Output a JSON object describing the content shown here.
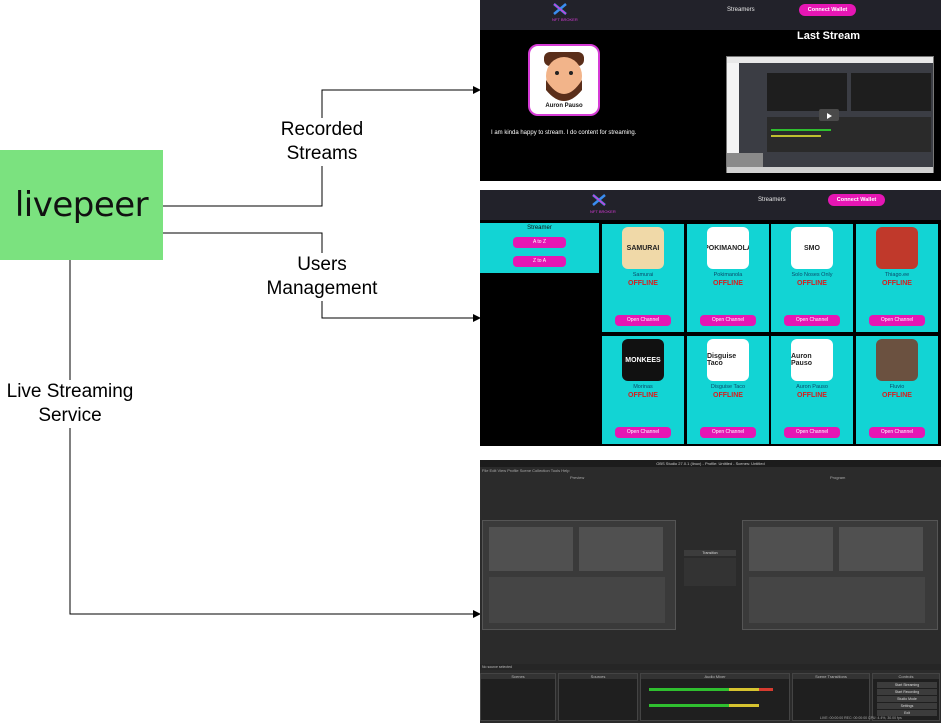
{
  "livepeer": {
    "logo_text": "livepeer",
    "color": "#7be27f"
  },
  "edges": {
    "recorded": "Recorded\nStreams",
    "users": "Users\nManagement",
    "live": "Live Streaming\nService"
  },
  "panel1": {
    "brand": "NFT BROKER",
    "nav_streamers": "Streamers",
    "connect_wallet": "Connect Wallet",
    "avatar_name": "Auron Pauso",
    "bio": "I am kinda happy to stream. I do content for streaming.",
    "last_stream_title": "Last Stream"
  },
  "panel2": {
    "brand": "NFT BROKER",
    "nav_streamers": "Streamers",
    "connect_wallet": "Connect Wallet",
    "filter_title": "Streamer",
    "sort_az": "A to Z",
    "sort_za": "Z to A",
    "open_channel": "Open Channel",
    "cards": [
      {
        "name": "Samurai",
        "status": "OFFLINE",
        "pic": "SAMURAI",
        "bg": "#f0d9a8"
      },
      {
        "name": "Pokimanola",
        "status": "OFFLINE",
        "pic": "POKIMANOLA",
        "bg": "#ffffff"
      },
      {
        "name": "Solo Noses Only",
        "status": "OFFLINE",
        "pic": "SMO",
        "bg": "#ffffff"
      },
      {
        "name": "Thiago.ee",
        "status": "OFFLINE",
        "pic": "",
        "bg": "#c0392b"
      },
      {
        "name": "Morinas",
        "status": "OFFLINE",
        "pic": "MONKEES",
        "bg": "#111111"
      },
      {
        "name": "Disguise Taco",
        "status": "OFFLINE",
        "pic": "Disguise Taco",
        "bg": "#ffffff"
      },
      {
        "name": "Auron Pauso",
        "status": "OFFLINE",
        "pic": "Auron Pauso",
        "bg": "#ffffff"
      },
      {
        "name": "Fluvio",
        "status": "OFFLINE",
        "pic": "",
        "bg": "#6b5140"
      }
    ]
  },
  "panel3": {
    "window_title": "OBS Studio 27.0.1 (linux) - Profile: Untitled - Scenes: Untitled",
    "menu": "File  Edit  View  Profile  Scene Collection  Tools  Help",
    "preview": "Preview",
    "program": "Program",
    "transition": "Transition",
    "docks": [
      "Scenes",
      "Sources",
      "Audio Mixer",
      "Scene Transitions",
      "Controls"
    ],
    "controls": [
      "Start Streaming",
      "Start Recording",
      "Studio Mode",
      "Settings",
      "Exit"
    ],
    "no_source": "No source selected",
    "status": "LIVE: 00:00:00   REC: 00:00:00   CPU: 4.4%, 30.00 fps"
  }
}
